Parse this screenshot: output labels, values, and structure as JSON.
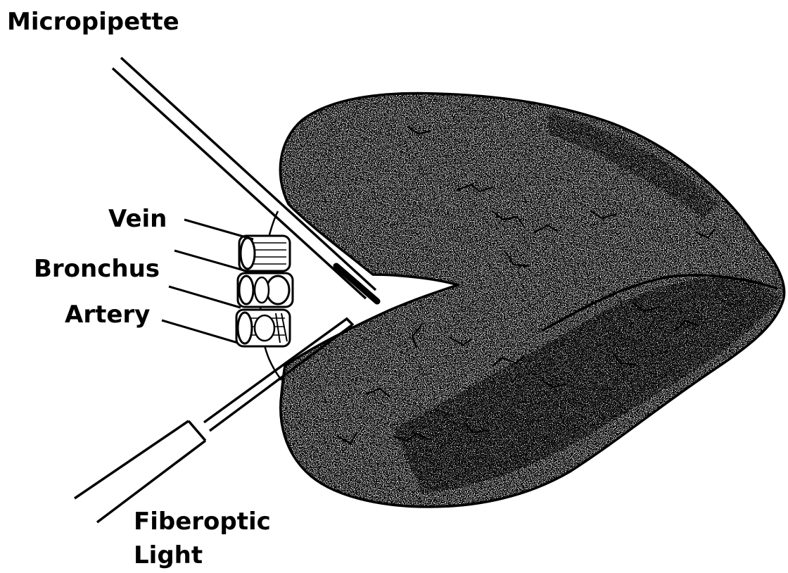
{
  "labels": {
    "micropipette": "Micropipette",
    "vein": "Vein",
    "bronchus": "Bronchus",
    "artery": "Artery",
    "fiberoptic_line1": "Fiberoptic",
    "fiberoptic_line2": "Light"
  },
  "colors": {
    "ink": "#000000",
    "paper": "#ffffff"
  }
}
